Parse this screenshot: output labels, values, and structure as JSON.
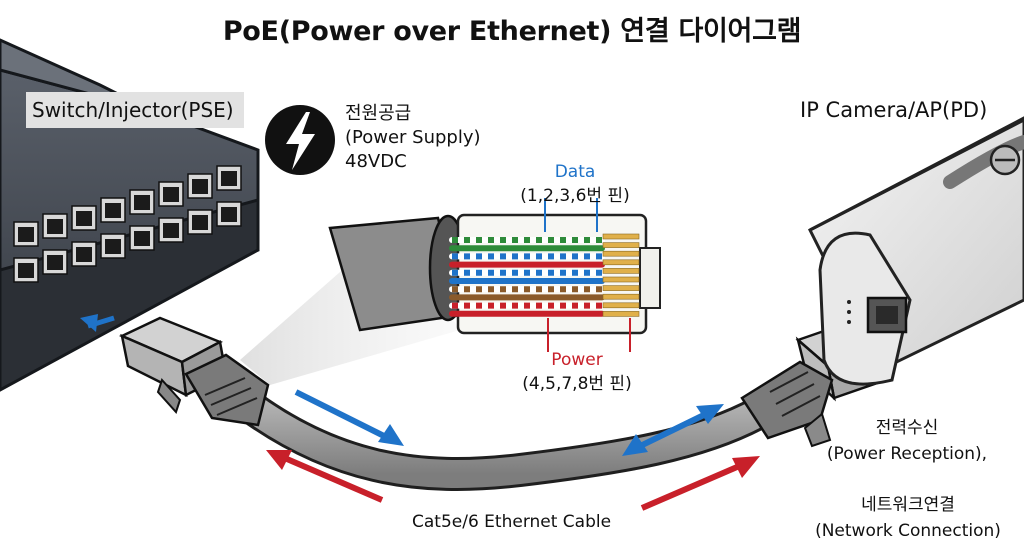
{
  "title": "PoE(Power over Ethernet) 연결 다이어그램",
  "switch": {
    "label": "Switch/Injector(PSE)",
    "ports": 16
  },
  "power_supply": {
    "icon": "lightning-bolt-icon",
    "line1": "전원공급",
    "line2": "(Power Supply)",
    "line3": "48VDC"
  },
  "connector": {
    "data_title": "Data",
    "data_pins": "(1,2,3,6번 핀)",
    "power_title": "Power",
    "power_pins": "(4,5,7,8번 핀)"
  },
  "camera": {
    "label": "IP Camera/AP(PD)",
    "reception_line1": "전력수신",
    "reception_line2": "(Power Reception),",
    "network_line1": "네트워크연결",
    "network_line2": "(Network Connection)"
  },
  "cable": {
    "label": "Cat5e/6 Ethernet Cable"
  },
  "colors": {
    "data": "#1f73c9",
    "power": "#c8202a",
    "switch_body": "#3a3f47",
    "cable": "#8e8e8e"
  }
}
